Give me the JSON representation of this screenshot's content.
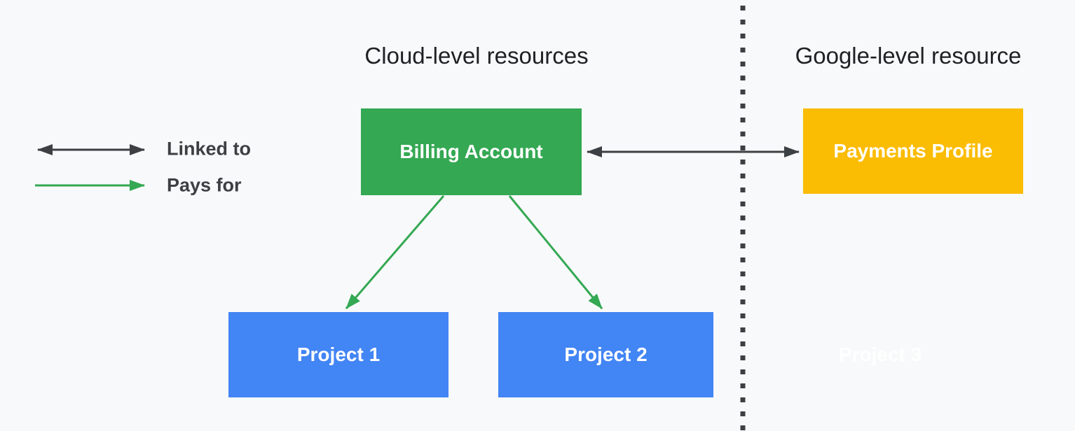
{
  "headings": {
    "cloud_level": "Cloud-level resources",
    "google_level": "Google-level resource"
  },
  "legend": {
    "linked_to": "Linked to",
    "pays_for": "Pays for"
  },
  "nodes": {
    "billing_account": "Billing Account",
    "payments_profile": "Payments Profile",
    "project_1": "Project 1",
    "project_2": "Project 2",
    "project_3": "Project 3"
  },
  "colors": {
    "background": "#F8F9FA",
    "green": "#34A853",
    "blue": "#4285F4",
    "yellow": "#FBBC04",
    "dark": "#3C4043",
    "heading_text": "#202124",
    "node_text": "#FFFFFF"
  }
}
